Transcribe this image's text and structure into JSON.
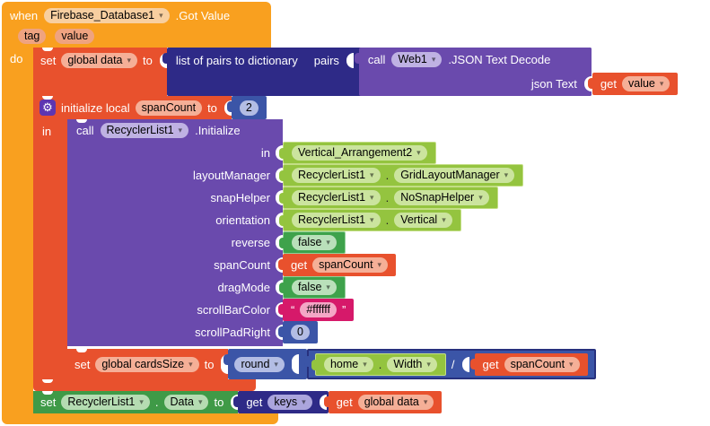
{
  "palette": {
    "event_orange": "#F9A01F",
    "variable_red": "#E8512D",
    "dictionary_navy": "#2E2A87",
    "method_purple": "#6A4AAD",
    "component_green": "#94C43F",
    "logic_green": "#3EA24B",
    "setter_green": "#3F9A47",
    "math_blue": "#3B55A7",
    "text_pink": "#D6196A",
    "mutator_purple": "#5E35B1",
    "scrollbar_color_value": "#ffffff"
  },
  "icons": {
    "dropdown_arrow": "▾",
    "mutator_gear": "⚙"
  },
  "when": {
    "kw": "when",
    "component": "Firebase_Database1",
    "event": ".Got Value",
    "param_tag": "tag",
    "param_value": "value",
    "do_label": "do"
  },
  "set_data": {
    "kw": "set",
    "var": "global data",
    "to": "to",
    "dict": {
      "title": "list of pairs to dictionary",
      "arg": "pairs"
    },
    "web": {
      "kw": "call",
      "component": "Web1",
      "method": ".JSON Text Decode",
      "arg": "json Text",
      "get_kw": "get",
      "get_var": "value"
    }
  },
  "init_local": {
    "kw": "initialize local",
    "var": "spanCount",
    "to": "to",
    "num": "2",
    "in_label": "in"
  },
  "recycler": {
    "kw": "call",
    "component": "RecyclerList1",
    "method": ".Initialize",
    "args": {
      "in": {
        "label": "in",
        "component": "Vertical_Arrangement2"
      },
      "layoutManager": {
        "label": "layoutManager",
        "component": "RecyclerList1",
        "dot": ".",
        "prop": "GridLayoutManager"
      },
      "snapHelper": {
        "label": "snapHelper",
        "component": "RecyclerList1",
        "dot": ".",
        "prop": "NoSnapHelper"
      },
      "orientation": {
        "label": "orientation",
        "component": "RecyclerList1",
        "dot": ".",
        "prop": "Vertical"
      },
      "reverse": {
        "label": "reverse",
        "value": "false"
      },
      "spanCount": {
        "label": "spanCount",
        "get_kw": "get",
        "var": "spanCount"
      },
      "dragMode": {
        "label": "dragMode",
        "value": "false"
      },
      "scrollBarColor": {
        "label": "scrollBarColor",
        "open_quote": "“",
        "text": "#ffffff",
        "close_quote": "”"
      },
      "scrollPadRight": {
        "label": "scrollPadRight",
        "num": "0"
      }
    }
  },
  "cards_size": {
    "kw": "set",
    "var": "global cardsSize",
    "to": "to",
    "round": "round",
    "width_block": {
      "component": "home",
      "dot": ".",
      "prop": "Width"
    },
    "op": "/",
    "get_kw": "get",
    "get_var": "spanCount"
  },
  "recycler_data": {
    "kw": "set",
    "component": "RecyclerList1",
    "dot": ".",
    "prop": "Data",
    "to": "to",
    "keys": {
      "kw": "get",
      "var": "keys"
    },
    "get_kw": "get",
    "get_var": "global data"
  }
}
